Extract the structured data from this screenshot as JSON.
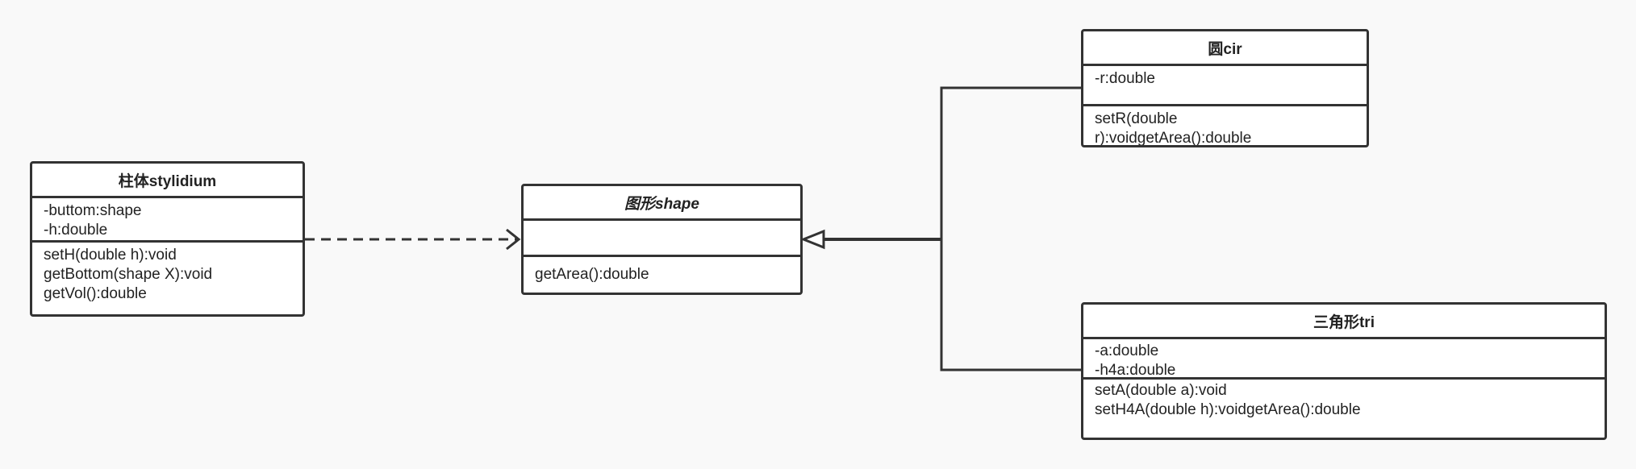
{
  "classes": {
    "stylidium": {
      "name": "柱体stylidium",
      "attributes": [
        "-buttom:shape",
        "-h:double"
      ],
      "methods": [
        "setH(double h):void",
        "getBottom(shape X):void",
        "getVol():double"
      ]
    },
    "shape": {
      "name": "图形shape",
      "attributes": [],
      "methods": [
        "getArea():double"
      ]
    },
    "cir": {
      "name": "圆cir",
      "attributes": [
        "-r:double"
      ],
      "methods": [
        "setR(double",
        "r):voidgetArea():double"
      ]
    },
    "tri": {
      "name": "三角形tri",
      "attributes": [
        "-a:double",
        "-h4a:double"
      ],
      "methods": [
        "setA(double a):void",
        "setH4A(double h):voidgetArea():double"
      ]
    }
  },
  "colors": {
    "line": "#333333",
    "background": "#f9f9f9",
    "box": "#ffffff"
  }
}
